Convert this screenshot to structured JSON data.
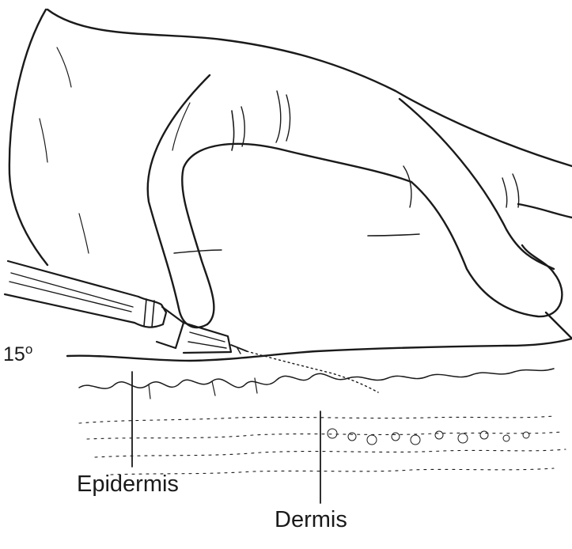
{
  "diagram": {
    "angle": {
      "value": "15",
      "unit": "o"
    },
    "labels": {
      "epidermis": "Epidermis",
      "dermis": "Dermis"
    },
    "colors": {
      "ink": "#1a1a1a",
      "background": "#ffffff"
    }
  }
}
